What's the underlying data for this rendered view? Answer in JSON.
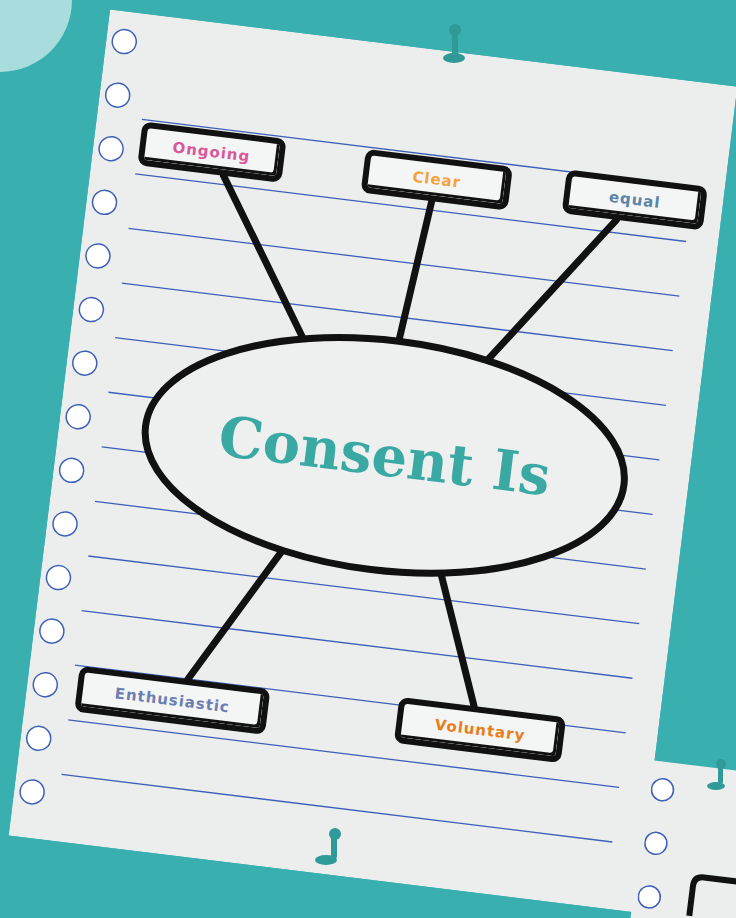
{
  "diagram": {
    "nodes": [
      {
        "text": [
          "Ongoing"
        ]
      },
      {
        "text": [
          "Clear"
        ]
      },
      {
        "text": [
          "equal"
        ]
      },
      {
        "text": [
          "Consent Is"
        ]
      },
      {
        "text": [
          "Enthusiastic"
        ]
      },
      {
        "text": [
          "Voluntary"
        ]
      }
    ],
    "edges": [
      {
        "from": 3,
        "to": 0,
        "arrow": "none"
      },
      {
        "from": 3,
        "to": 1,
        "arrow": "none"
      },
      {
        "from": 3,
        "to": 2,
        "arrow": "none"
      },
      {
        "from": 3,
        "to": 4,
        "arrow": "none"
      },
      {
        "from": 3,
        "to": 5,
        "arrow": "none"
      }
    ]
  }
}
